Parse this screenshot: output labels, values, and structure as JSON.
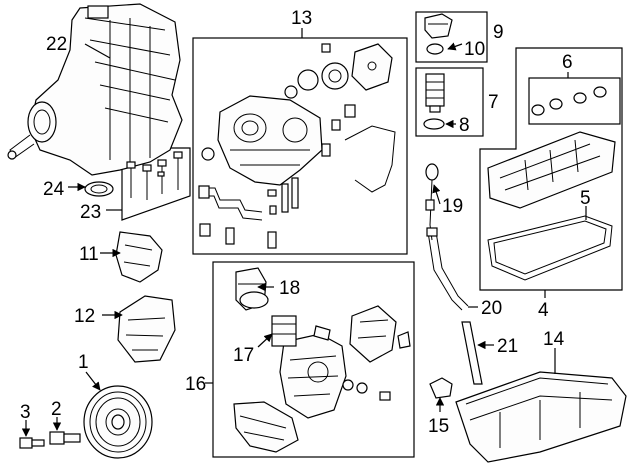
{
  "diagram": {
    "callouts": {
      "c1": "1",
      "c2": "2",
      "c3": "3",
      "c4": "4",
      "c5": "5",
      "c6": "6",
      "c7": "7",
      "c8": "8",
      "c9": "9",
      "c10": "10",
      "c11": "11",
      "c12": "12",
      "c13": "13",
      "c14": "14",
      "c15": "15",
      "c16": "16",
      "c17": "17",
      "c18": "18",
      "c19": "19",
      "c20": "20",
      "c21": "21",
      "c22": "22",
      "c23": "23",
      "c24": "24"
    }
  }
}
